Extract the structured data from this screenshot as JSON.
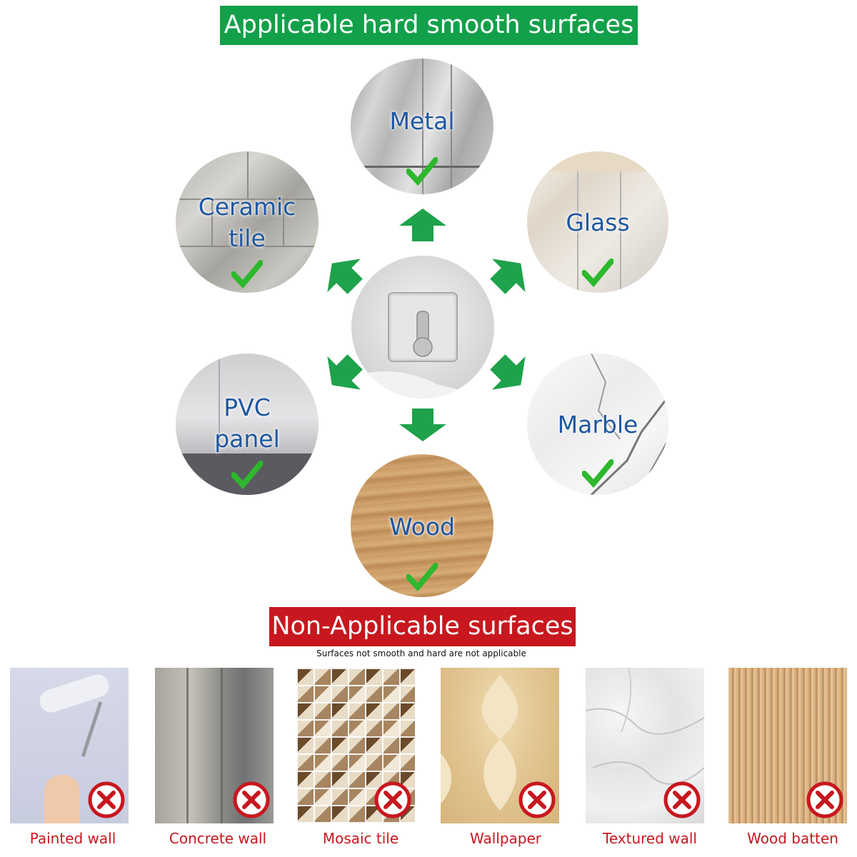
{
  "header": {
    "applicable_title": "Applicable hard smooth surfaces"
  },
  "applicable": [
    {
      "name": "Metal"
    },
    {
      "name": "Glass"
    },
    {
      "name": "Marble"
    },
    {
      "name": "Wood"
    },
    {
      "name": "PVC",
      "name2": "panel"
    },
    {
      "name": "Ceramic",
      "name2": "tile"
    }
  ],
  "center": {
    "icon": "adhesive-hook"
  },
  "non_applicable": {
    "title": "Non-Applicable surfaces",
    "note": "Surfaces not smooth and hard are not applicable",
    "items": [
      {
        "label": "Painted wall"
      },
      {
        "label": "Concrete wall"
      },
      {
        "label": "Mosaic tile"
      },
      {
        "label": "Wallpaper"
      },
      {
        "label": "Textured wall"
      },
      {
        "label": "Wood batten"
      }
    ]
  },
  "colors": {
    "good": "#12a04a",
    "bad": "#c8171e",
    "label": "#1f57a0",
    "check": "#2db82d",
    "arrow": "#1ea24b"
  }
}
